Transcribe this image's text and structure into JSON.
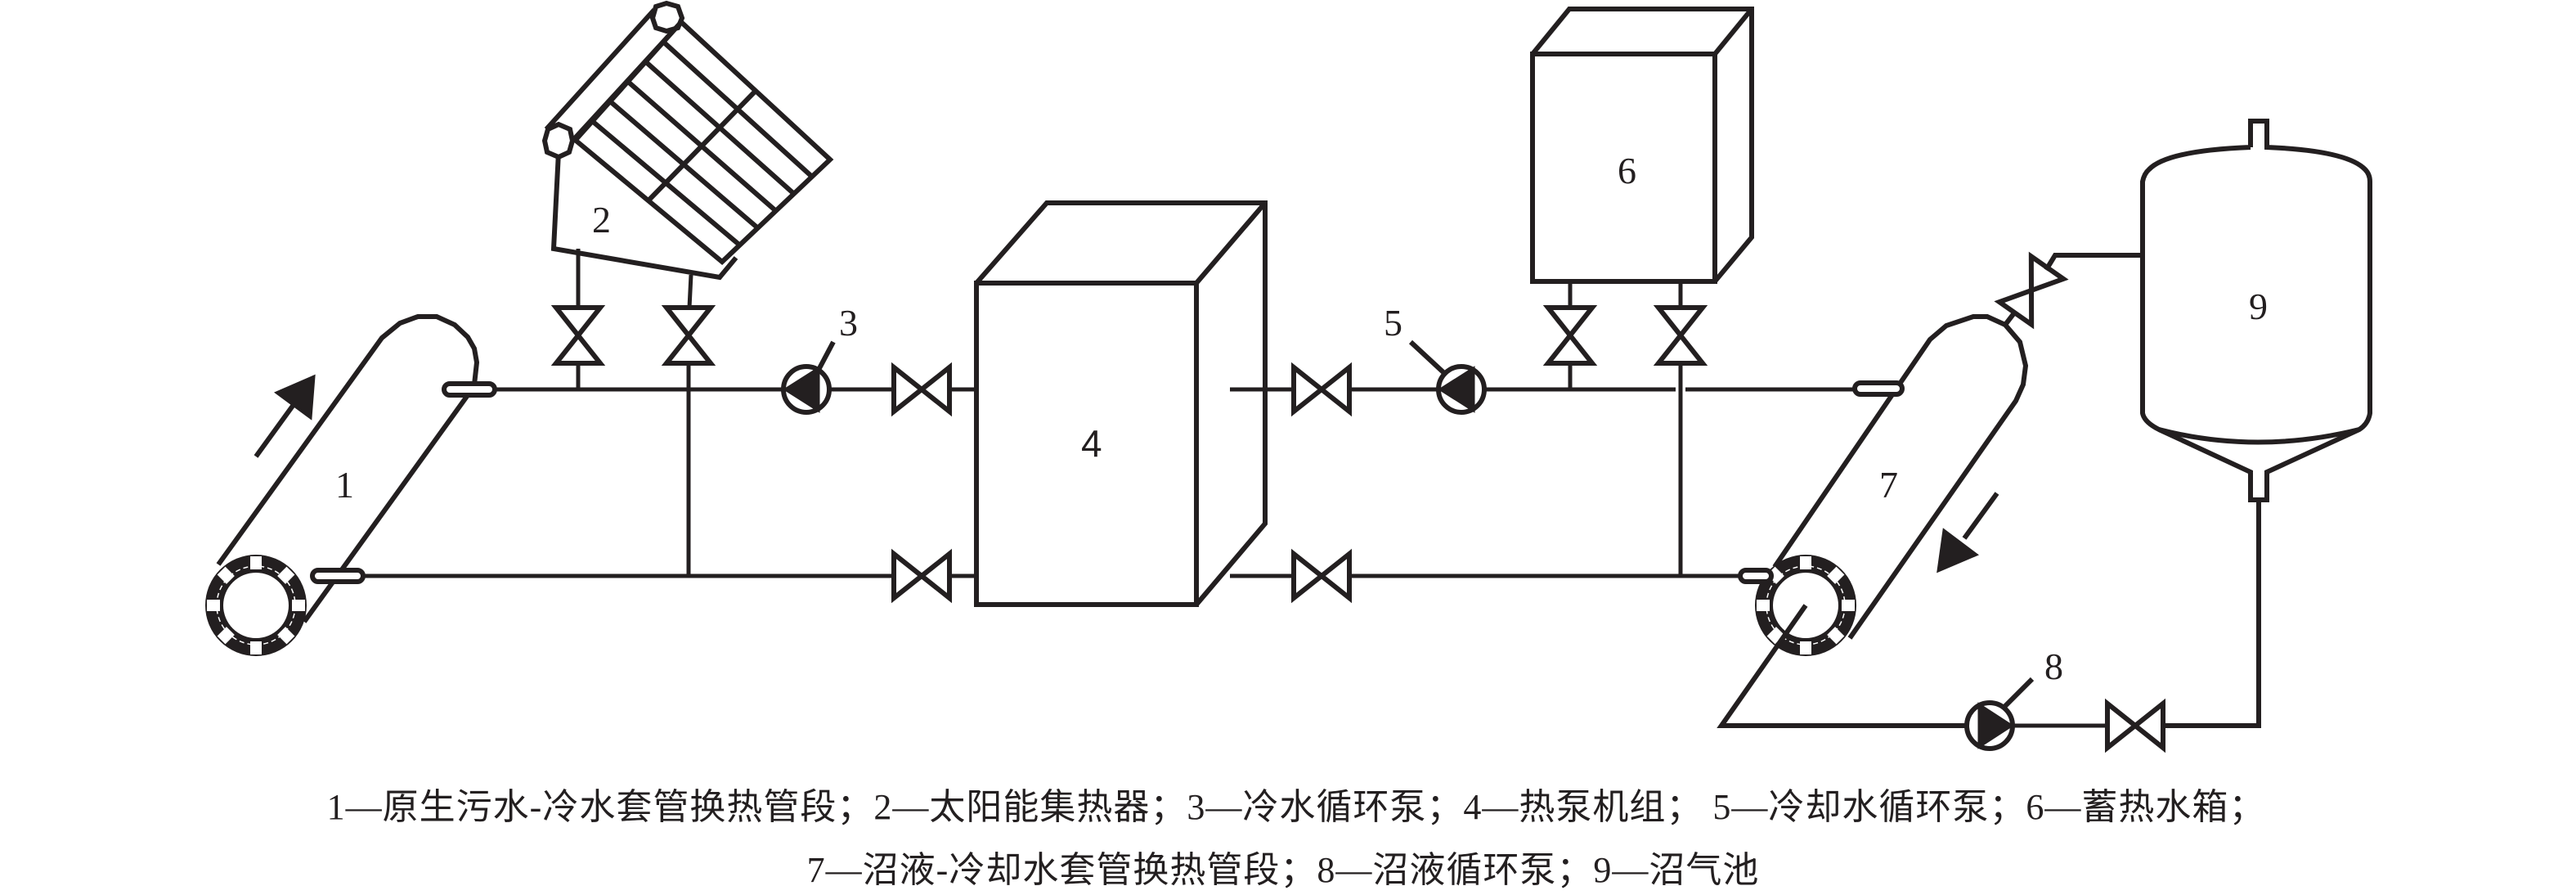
{
  "diagram": {
    "title": "原生污水-太阳能-沼液热泵系统示意图",
    "components": [
      {
        "id": "1",
        "label": "1",
        "name": "原生污水-冷水套管换热管段"
      },
      {
        "id": "2",
        "label": "2",
        "name": "太阳能集热器"
      },
      {
        "id": "3",
        "label": "3",
        "name": "冷水循环泵"
      },
      {
        "id": "4",
        "label": "4",
        "name": "热泵机组"
      },
      {
        "id": "5",
        "label": "5",
        "name": "冷却水循环泵"
      },
      {
        "id": "6",
        "label": "6",
        "name": "蓄热水箱"
      },
      {
        "id": "7",
        "label": "7",
        "name": "沼液-冷却水套管换热管段"
      },
      {
        "id": "8",
        "label": "8",
        "name": "沼液循环泵"
      },
      {
        "id": "9",
        "label": "9",
        "name": "沼气池"
      }
    ],
    "flow_arrows": [
      {
        "on": "1",
        "direction": "up-right"
      },
      {
        "on": "7",
        "direction": "down-left"
      }
    ],
    "caption": {
      "line1": "1—原生污水-冷水套管换热管段；2—太阳能集热器；3—冷水循环泵；4—热泵机组； 5—冷却水循环泵；6—蓄热水箱；",
      "line2": "7—沼液-冷却水套管换热管段；8—沼液循环泵；9—沼气池"
    },
    "colors": {
      "line": "#231f20",
      "background": "#ffffff"
    }
  }
}
